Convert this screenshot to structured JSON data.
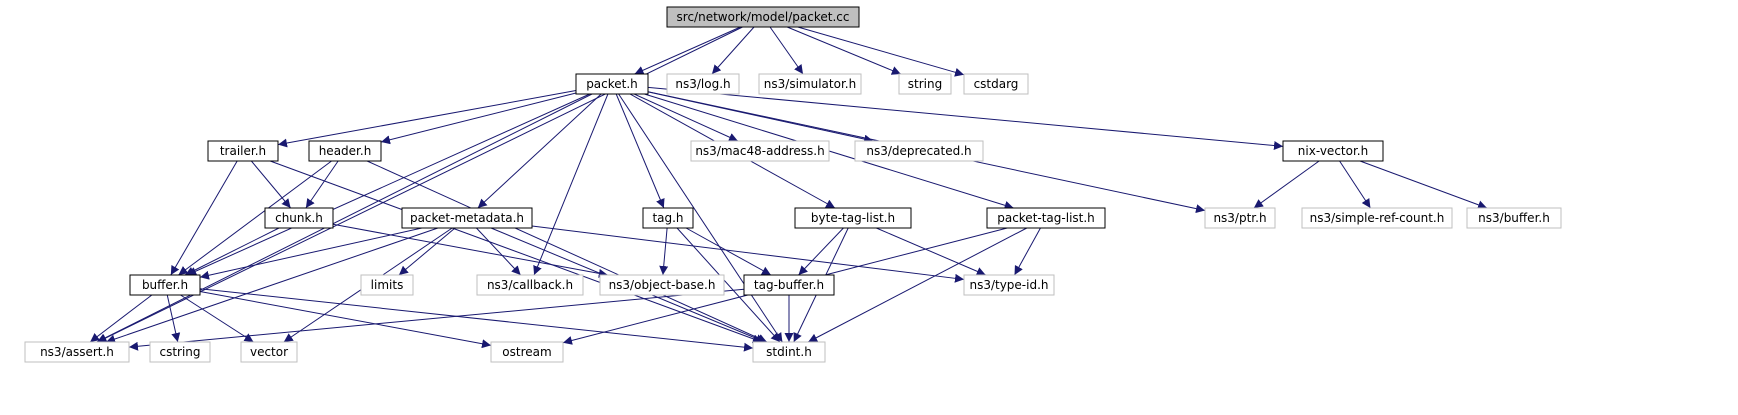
{
  "graph": {
    "nodes": [
      {
        "id": "packet_cc",
        "label": "src/network/model/packet.cc",
        "kind": "root"
      },
      {
        "id": "packet_h",
        "label": "packet.h",
        "kind": "local"
      },
      {
        "id": "log_h",
        "label": "ns3/log.h",
        "kind": "external"
      },
      {
        "id": "simulator_h",
        "label": "ns3/simulator.h",
        "kind": "external"
      },
      {
        "id": "string",
        "label": "string",
        "kind": "external"
      },
      {
        "id": "cstdarg",
        "label": "cstdarg",
        "kind": "external"
      },
      {
        "id": "trailer_h",
        "label": "trailer.h",
        "kind": "local"
      },
      {
        "id": "header_h",
        "label": "header.h",
        "kind": "local"
      },
      {
        "id": "mac48_h",
        "label": "ns3/mac48-address.h",
        "kind": "external"
      },
      {
        "id": "deprecated_h",
        "label": "ns3/deprecated.h",
        "kind": "external"
      },
      {
        "id": "nixvector_h",
        "label": "nix-vector.h",
        "kind": "local"
      },
      {
        "id": "chunk_h",
        "label": "chunk.h",
        "kind": "local"
      },
      {
        "id": "packetmetadata_h",
        "label": "packet-metadata.h",
        "kind": "local"
      },
      {
        "id": "tag_h",
        "label": "tag.h",
        "kind": "local"
      },
      {
        "id": "bytetaglist_h",
        "label": "byte-tag-list.h",
        "kind": "local"
      },
      {
        "id": "packettaglist_h",
        "label": "packet-tag-list.h",
        "kind": "local"
      },
      {
        "id": "ptr_h",
        "label": "ns3/ptr.h",
        "kind": "external"
      },
      {
        "id": "simplerefcount_h",
        "label": "ns3/simple-ref-count.h",
        "kind": "external"
      },
      {
        "id": "nsbuffer_h",
        "label": "ns3/buffer.h",
        "kind": "external"
      },
      {
        "id": "buffer_h",
        "label": "buffer.h",
        "kind": "local"
      },
      {
        "id": "limits",
        "label": "limits",
        "kind": "external"
      },
      {
        "id": "callback_h",
        "label": "ns3/callback.h",
        "kind": "external"
      },
      {
        "id": "objectbase_h",
        "label": "ns3/object-base.h",
        "kind": "external"
      },
      {
        "id": "tagbuffer_h",
        "label": "tag-buffer.h",
        "kind": "local"
      },
      {
        "id": "typeid_h",
        "label": "ns3/type-id.h",
        "kind": "external"
      },
      {
        "id": "assert_h",
        "label": "ns3/assert.h",
        "kind": "external"
      },
      {
        "id": "cstring",
        "label": "cstring",
        "kind": "external"
      },
      {
        "id": "vector",
        "label": "vector",
        "kind": "external"
      },
      {
        "id": "ostream",
        "label": "ostream",
        "kind": "external"
      },
      {
        "id": "stdint_h",
        "label": "stdint.h",
        "kind": "external"
      }
    ],
    "edges": [
      [
        "packet_cc",
        "packet_h"
      ],
      [
        "packet_cc",
        "log_h"
      ],
      [
        "packet_cc",
        "simulator_h"
      ],
      [
        "packet_cc",
        "string"
      ],
      [
        "packet_cc",
        "cstdarg"
      ],
      [
        "packet_cc",
        "assert_h"
      ],
      [
        "packet_h",
        "trailer_h"
      ],
      [
        "packet_h",
        "header_h"
      ],
      [
        "packet_h",
        "mac48_h"
      ],
      [
        "packet_h",
        "deprecated_h"
      ],
      [
        "packet_h",
        "nixvector_h"
      ],
      [
        "packet_h",
        "packetmetadata_h"
      ],
      [
        "packet_h",
        "tag_h"
      ],
      [
        "packet_h",
        "bytetaglist_h"
      ],
      [
        "packet_h",
        "packettaglist_h"
      ],
      [
        "packet_h",
        "ptr_h"
      ],
      [
        "packet_h",
        "buffer_h"
      ],
      [
        "packet_h",
        "callback_h"
      ],
      [
        "packet_h",
        "assert_h"
      ],
      [
        "packet_h",
        "stdint_h"
      ],
      [
        "trailer_h",
        "chunk_h"
      ],
      [
        "trailer_h",
        "buffer_h"
      ],
      [
        "trailer_h",
        "stdint_h"
      ],
      [
        "header_h",
        "chunk_h"
      ],
      [
        "header_h",
        "buffer_h"
      ],
      [
        "header_h",
        "stdint_h"
      ],
      [
        "chunk_h",
        "buffer_h"
      ],
      [
        "chunk_h",
        "objectbase_h"
      ],
      [
        "packetmetadata_h",
        "buffer_h"
      ],
      [
        "packetmetadata_h",
        "limits"
      ],
      [
        "packetmetadata_h",
        "callback_h"
      ],
      [
        "packetmetadata_h",
        "typeid_h"
      ],
      [
        "packetmetadata_h",
        "assert_h"
      ],
      [
        "packetmetadata_h",
        "vector"
      ],
      [
        "packetmetadata_h",
        "stdint_h"
      ],
      [
        "tag_h",
        "objectbase_h"
      ],
      [
        "tag_h",
        "tagbuffer_h"
      ],
      [
        "tag_h",
        "stdint_h"
      ],
      [
        "bytetaglist_h",
        "tagbuffer_h"
      ],
      [
        "bytetaglist_h",
        "typeid_h"
      ],
      [
        "bytetaglist_h",
        "stdint_h"
      ],
      [
        "packettaglist_h",
        "typeid_h"
      ],
      [
        "packettaglist_h",
        "ostream"
      ],
      [
        "packettaglist_h",
        "stdint_h"
      ],
      [
        "nixvector_h",
        "ptr_h"
      ],
      [
        "nixvector_h",
        "simplerefcount_h"
      ],
      [
        "nixvector_h",
        "nsbuffer_h"
      ],
      [
        "buffer_h",
        "assert_h"
      ],
      [
        "buffer_h",
        "cstring"
      ],
      [
        "buffer_h",
        "vector"
      ],
      [
        "buffer_h",
        "ostream"
      ],
      [
        "buffer_h",
        "stdint_h"
      ],
      [
        "tagbuffer_h",
        "assert_h"
      ],
      [
        "tagbuffer_h",
        "stdint_h"
      ]
    ]
  },
  "colors": {
    "edge": "#191970",
    "local_border": "#000000",
    "external_border": "#bfbfbf",
    "root_fill": "#bfbfbf",
    "fill": "#ffffff"
  }
}
